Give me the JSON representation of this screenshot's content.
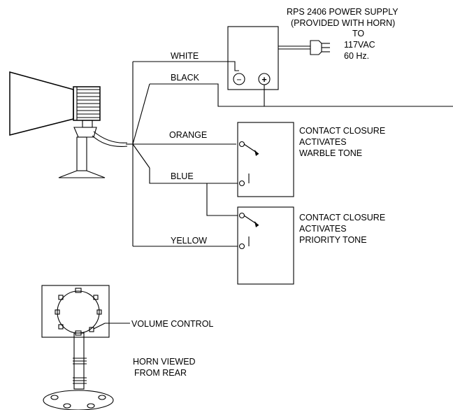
{
  "power_supply": {
    "title": "RPS 2406 POWER SUPPLY",
    "subtitle": "(PROVIDED WITH HORN)",
    "to": "TO",
    "voltage": "117VAC",
    "frequency": "60 Hz.",
    "minus": "−",
    "plus": "+"
  },
  "wires": {
    "white": "WHITE",
    "black": "BLACK",
    "orange": "ORANGE",
    "blue": "BLUE",
    "yellow": "YELLOW"
  },
  "contacts": {
    "warble": [
      "CONTACT CLOSURE",
      "ACTIVATES",
      "WARBLE TONE"
    ],
    "priority": [
      "CONTACT CLOSURE",
      "ACTIVATES",
      "PRIORITY TONE"
    ]
  },
  "rear_view": {
    "volume_control": "VOLUME CONTROL",
    "caption_line1": "HORN VIEWED",
    "caption_line2": "FROM REAR"
  }
}
